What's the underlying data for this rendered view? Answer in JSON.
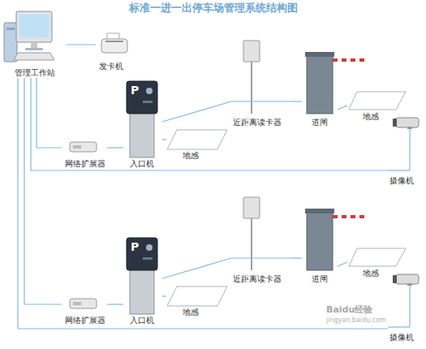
{
  "diagram": {
    "title": "标准一进一出停车场管理系统结构图",
    "nodes": [
      {
        "text": [
          "管理工作站"
        ]
      },
      {
        "text": [
          "发卡机"
        ]
      },
      {
        "text": [
          "网络扩展器"
        ]
      },
      {
        "text": [
          "入口机"
        ]
      },
      {
        "text": [
          "地感"
        ]
      },
      {
        "text": [
          "近距离读卡器"
        ]
      },
      {
        "text": [
          "道闸"
        ]
      },
      {
        "text": [
          "地感"
        ]
      },
      {
        "text": [
          "摄像机"
        ]
      },
      {
        "text": [
          "网络扩展器"
        ]
      },
      {
        "text": [
          "入口机"
        ]
      },
      {
        "text": [
          "地感"
        ]
      },
      {
        "text": [
          "近距离读卡器"
        ]
      },
      {
        "text": [
          "道闸"
        ]
      },
      {
        "text": [
          "地感"
        ]
      },
      {
        "text": [
          "摄像机"
        ]
      }
    ],
    "edges": [
      {
        "from": 0,
        "to": 1,
        "arrow": "none"
      },
      {
        "from": 0,
        "to": 2,
        "arrow": "none"
      },
      {
        "from": 2,
        "to": 3,
        "arrow": "none"
      },
      {
        "from": 3,
        "to": 4,
        "arrow": "none"
      },
      {
        "from": 3,
        "to": 5,
        "arrow": "none"
      },
      {
        "from": 5,
        "to": 6,
        "arrow": "none"
      },
      {
        "from": 6,
        "to": 7,
        "arrow": "none"
      },
      {
        "from": 0,
        "to": 8,
        "arrow": "none"
      },
      {
        "from": 0,
        "to": 9,
        "arrow": "none"
      },
      {
        "from": 9,
        "to": 10,
        "arrow": "none"
      },
      {
        "from": 10,
        "to": 11,
        "arrow": "none"
      },
      {
        "from": 10,
        "to": 12,
        "arrow": "none"
      },
      {
        "from": 12,
        "to": 13,
        "arrow": "none"
      },
      {
        "from": 13,
        "to": 14,
        "arrow": "none"
      },
      {
        "from": 0,
        "to": 15,
        "arrow": "none"
      }
    ],
    "labels": [
      "P",
      "P",
      "Baidu经验",
      "jingyan.baidu.com"
    ]
  }
}
